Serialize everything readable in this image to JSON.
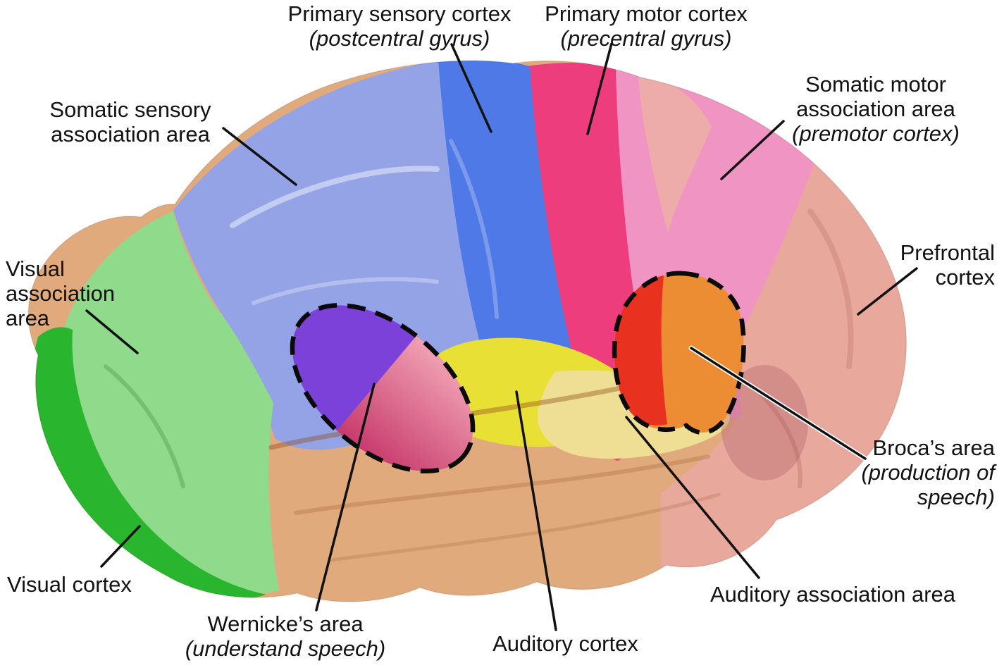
{
  "figure": {
    "background": "#ffffff",
    "leader_line_color": "#111111",
    "dashed_outline_color": "#0a0a0a"
  },
  "regions": {
    "somatic_sensory_association": {
      "line1": "Somatic sensory",
      "line2": "association area",
      "color": "#93a3e6"
    },
    "primary_sensory": {
      "line1": "Primary sensory cortex",
      "line2": "(postcentral gyrus)",
      "color": "#4f79e6"
    },
    "primary_motor": {
      "line1": "Primary motor cortex",
      "line2": "(precentral gyrus)",
      "color": "#ee3d7c"
    },
    "somatic_motor_association": {
      "line1": "Somatic motor",
      "line2": "association area",
      "line3": "(premotor cortex)",
      "color": "#ef94c3"
    },
    "prefrontal": {
      "line1": "Prefrontal",
      "line2": "cortex",
      "color": "#e8a89c"
    },
    "broca": {
      "line1": "Broca’s area",
      "line2": "(production of",
      "line3": "speech)",
      "color_red": "#e93120",
      "color_orange": "#ec8d33"
    },
    "wernicke": {
      "line1": "Wernicke’s area",
      "line2": "(understand speech)",
      "color_purple": "#7b41d9",
      "color_pink_light": "#ef9fb2",
      "color_pink_dark": "#c73a6c"
    },
    "auditory_cortex": {
      "label": "Auditory cortex",
      "color": "#e9e036"
    },
    "auditory_association": {
      "label": "Auditory association area",
      "color": "#efdf95"
    },
    "visual_association": {
      "line1": "Visual",
      "line2": "association",
      "line3": "area",
      "color": "#8fda8b"
    },
    "visual_cortex": {
      "label": "Visual cortex",
      "color": "#2ab52e"
    },
    "temporal_lobe": {
      "color": "#e1aa7d"
    }
  }
}
